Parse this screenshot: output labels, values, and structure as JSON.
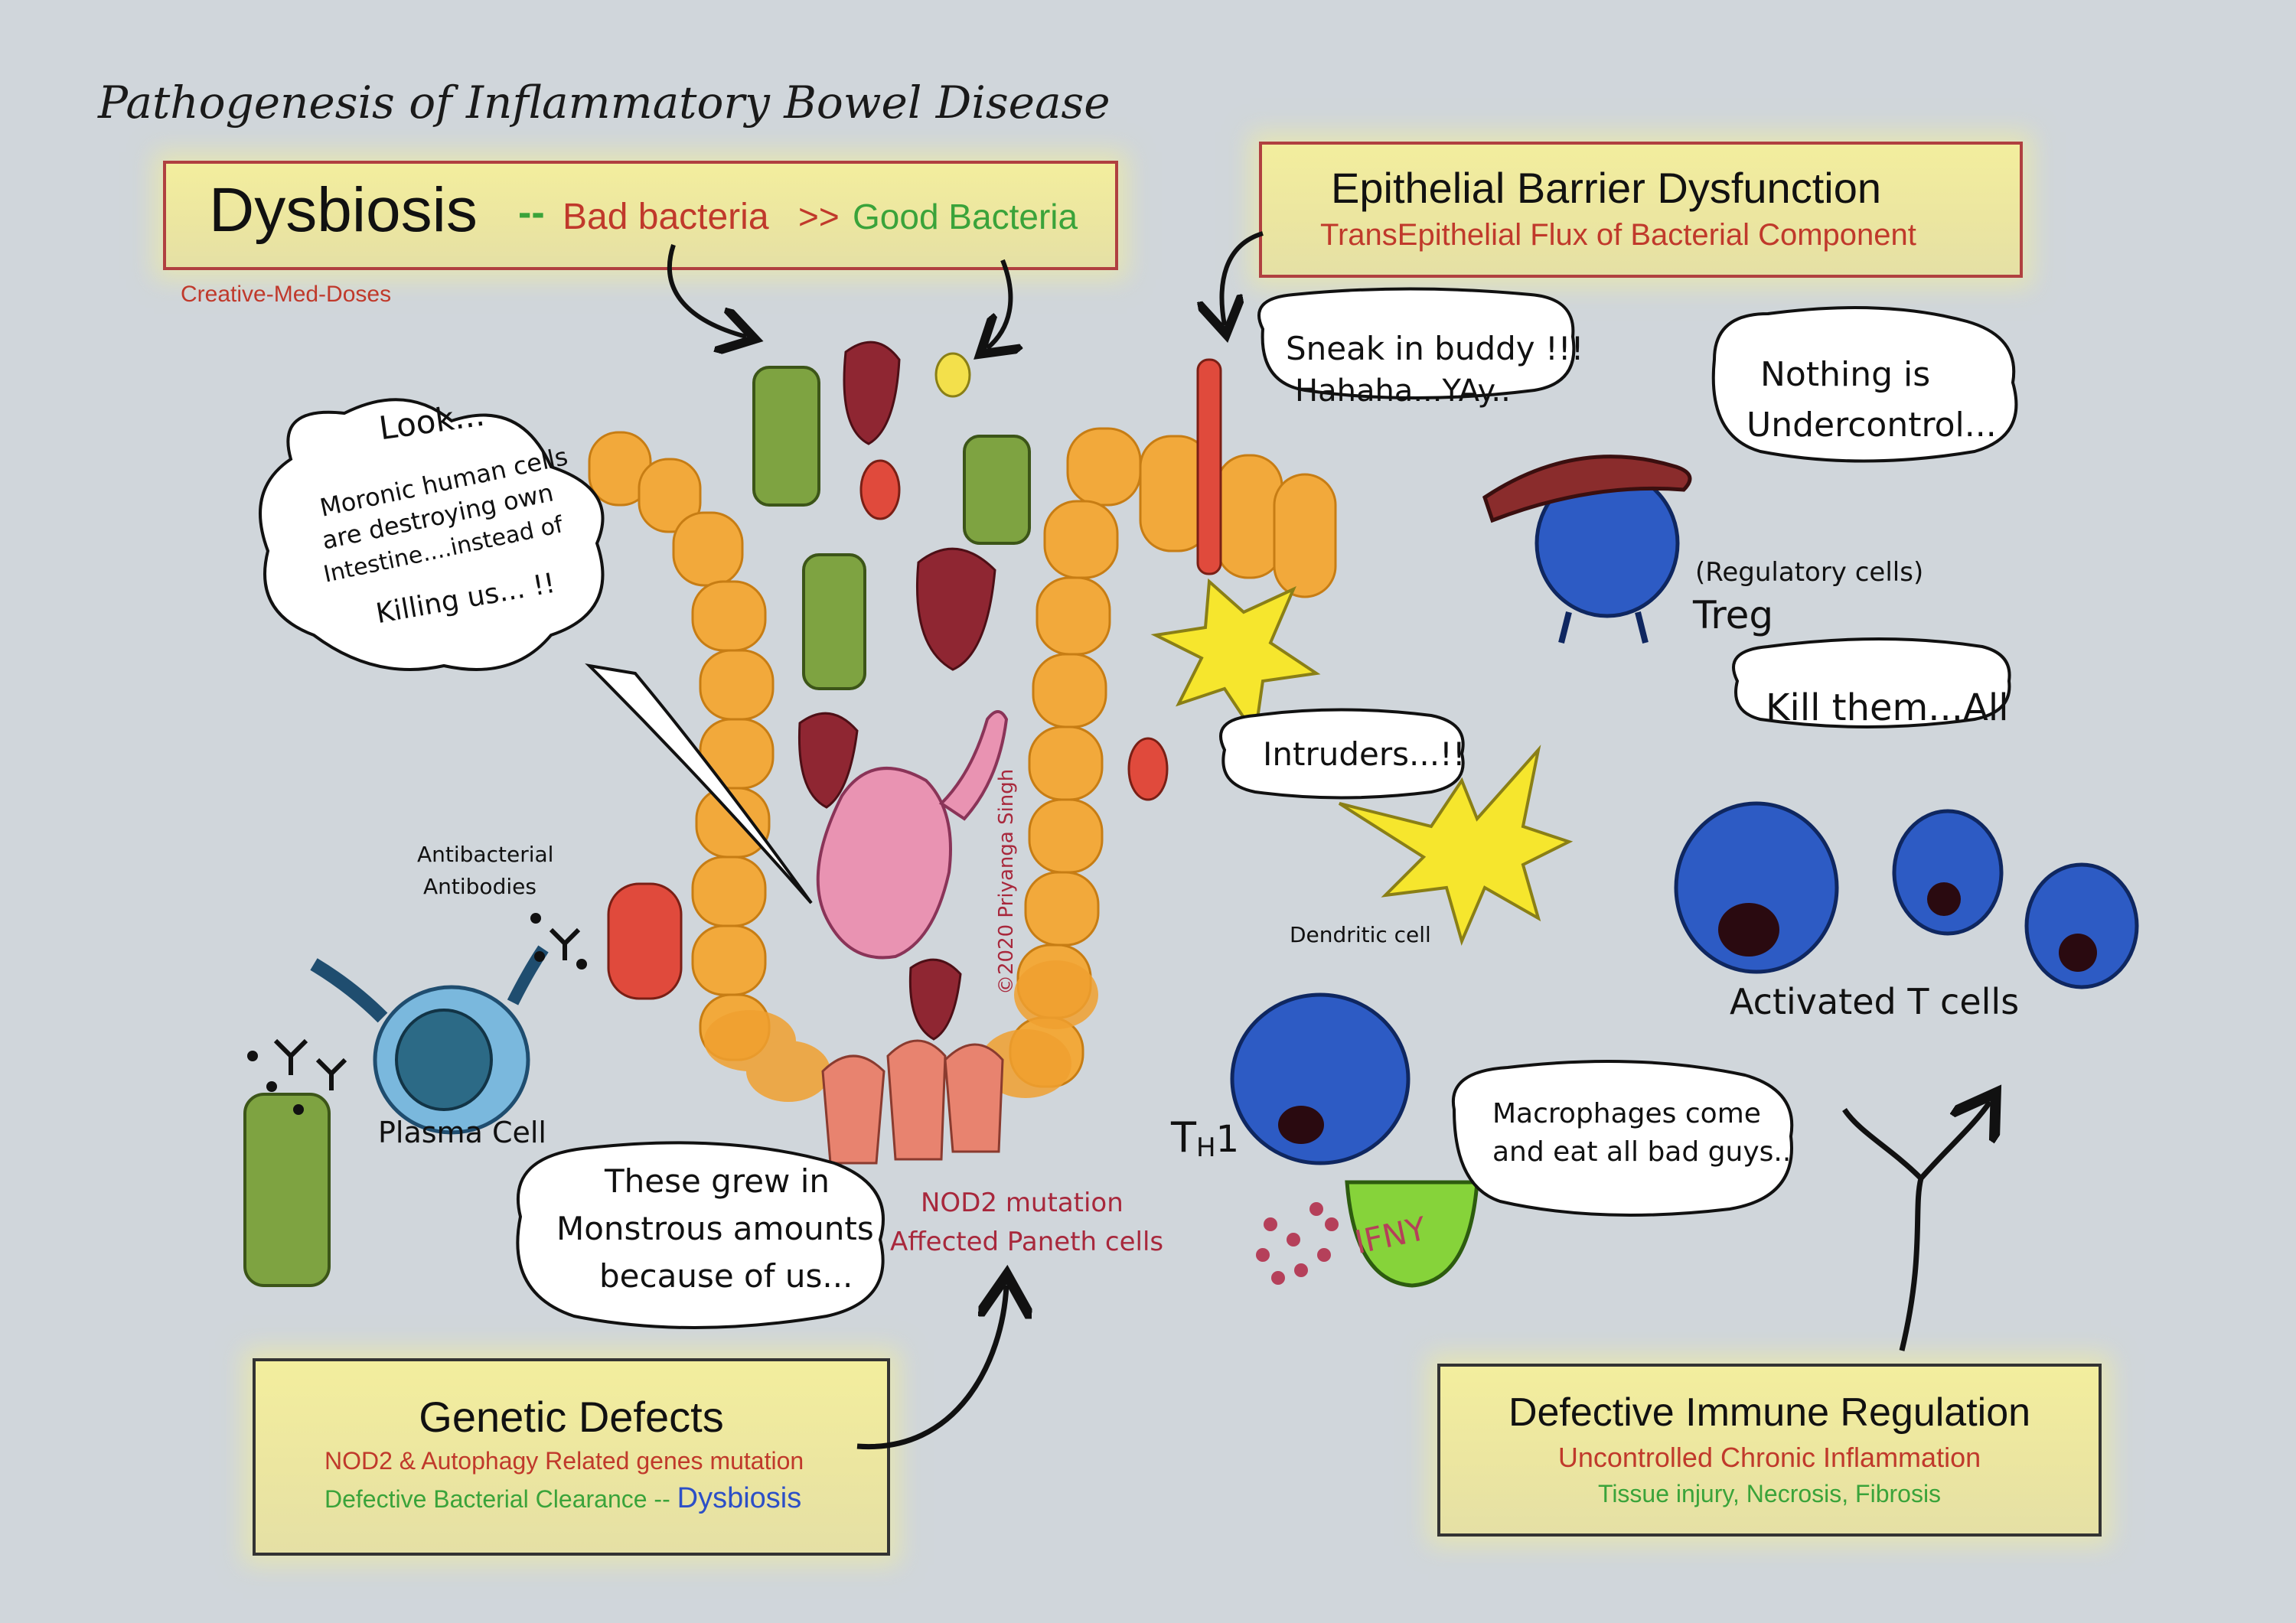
{
  "title": "Pathogenesis of Inflammatory Bowel Disease",
  "dysbiosis": {
    "heading": "Dysbiosis",
    "dash": "--",
    "bad": "Bad bacteria",
    "gt": ">>",
    "good": "Good Bacteria",
    "credit": "Creative-Med-Doses"
  },
  "epithelial": {
    "heading": "Epithelial Barrier Dysfunction",
    "sub": "TransEpithelial Flux of Bacterial Component"
  },
  "genetic": {
    "heading": "Genetic Defects",
    "line1": "NOD2 & Autophagy Related genes mutation",
    "line2a": "Defective Bacterial Clearance --",
    "line2b": "Dysbiosis"
  },
  "immune": {
    "heading": "Defective Immune Regulation",
    "line1": "Uncontrolled Chronic Inflammation",
    "line2": "Tissue injury, Necrosis, Fibrosis"
  },
  "bubbles": {
    "look_1": "Look...",
    "look_2": "Moronic human cells",
    "look_3": "are destroying own",
    "look_4": "Intestine....instead of",
    "look_5": "Killing us... !!",
    "sneak_1": "Sneak in buddy !!!",
    "sneak_2": "Hahaha...YAy..",
    "nothing_1": "Nothing is",
    "nothing_2": "Undercontrol...",
    "kill": "Kill them...All",
    "intruders": "Intruders...!!",
    "grew_1": "These grew in",
    "grew_2": "Monstrous amounts",
    "grew_3": "because of us...",
    "macro_1": "Macrophages come",
    "macro_2": "and eat all bad guys.."
  },
  "labels": {
    "regulatory": "(Regulatory cells)",
    "treg": "Treg",
    "activated": "Activated T cells",
    "dendritic": "Dendritic cell",
    "antibody_1": "Antibacterial",
    "antibody_2": "Antibodies",
    "plasma": "Plasma Cell",
    "nod2_1": "NOD2 mutation",
    "nod2_2": "Affected Paneth cells",
    "th1_t": "T",
    "th1_h": "H",
    "th1_1": "1",
    "ifn": "IFNY",
    "copyright": "©2020 Priyanga Singh"
  },
  "colors": {
    "background": "#d0d6db",
    "box_fill": "#f0ea9e",
    "red_text": "#c0392b",
    "green_text": "#3aa33a",
    "blue_text": "#2c4fc7",
    "epithelium": "#f2a93b",
    "tcell_blue": "#2d5bc4"
  }
}
